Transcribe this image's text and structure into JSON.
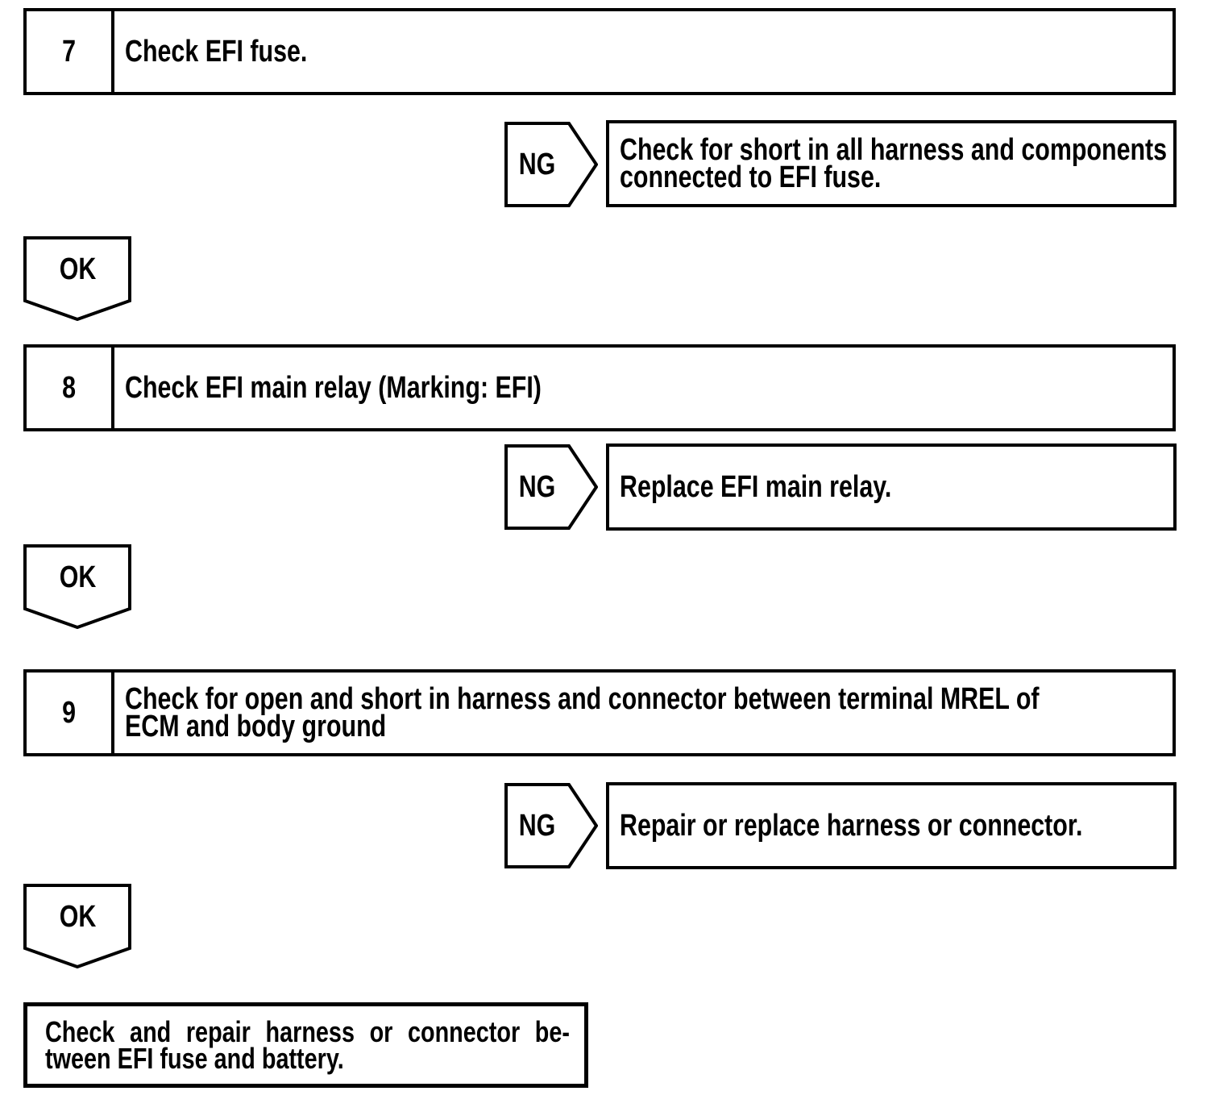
{
  "diagram": {
    "colors": {
      "ink": "#000000",
      "background": "#ffffff"
    },
    "steps": [
      {
        "number": "7",
        "title_lines": [
          "Check EFI fuse."
        ],
        "ng_label": "NG",
        "ng_result_lines": [
          "Check for short in all harness and components",
          "connected to EFI fuse."
        ],
        "ok_label": "OK"
      },
      {
        "number": "8",
        "title_lines": [
          "Check EFI main relay (Marking: EFI)"
        ],
        "ng_label": "NG",
        "ng_result_lines": [
          "Replace EFI main relay."
        ],
        "ok_label": "OK"
      },
      {
        "number": "9",
        "title_lines": [
          "Check for open and short in harness and connector between terminal MREL of",
          "ECM and body ground"
        ],
        "ng_label": "NG",
        "ng_result_lines": [
          "Repair or replace harness or connector."
        ],
        "ok_label": "OK"
      }
    ],
    "conclusion_lines": [
      "Check and repair harness or connector be-",
      "tween EFI fuse and battery."
    ]
  }
}
